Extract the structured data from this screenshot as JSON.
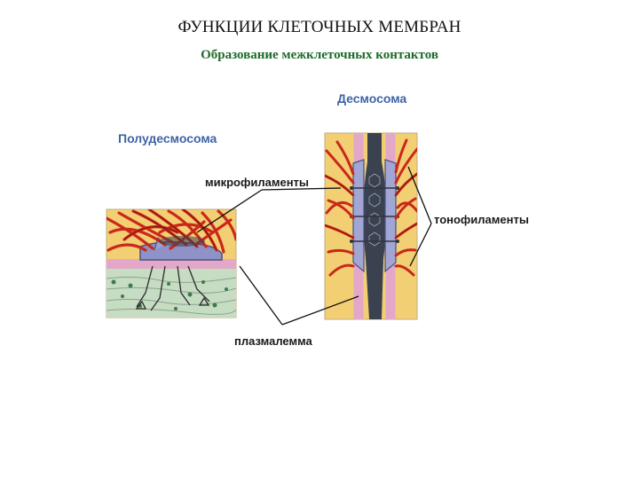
{
  "slide": {
    "title": "ФУНКЦИИ КЛЕТОЧНЫХ МЕМБРАН",
    "subtitle": "Образование межклеточных контактов"
  },
  "labels": {
    "desmosome": "Десмосома",
    "hemidesmosome": "Полудесмосома",
    "microfilaments": "микрофиламенты",
    "tonofilaments": "тонофиламенты",
    "plasmalemma": "плазмалемма"
  },
  "colors": {
    "label_blue": "#3f63a6",
    "subtitle_green": "#1d6b2a",
    "filament_red": "#c9281a",
    "cytoplasm_yellow": "#f3cf73",
    "membrane_pink": "#e3a7c8",
    "plaque_lavender": "#a2a6d4",
    "gap_dark": "#3a4250",
    "matrix_green": "#c6dcc3"
  }
}
